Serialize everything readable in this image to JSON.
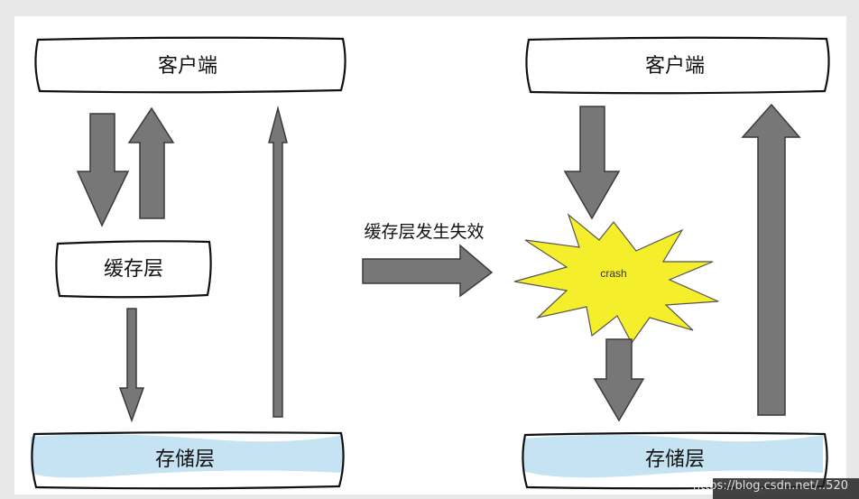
{
  "left_panel": {
    "client_label": "客户端",
    "cache_label": "缓存层",
    "storage_label": "存储层"
  },
  "middle": {
    "caption": "缓存层发生失效"
  },
  "right_panel": {
    "client_label": "客户端",
    "crash_label": "crash",
    "storage_label": "存储层"
  },
  "watermark": {
    "text": "https://blog.csdn.net/..520"
  },
  "colors": {
    "background": "#e8e8e8",
    "panel": "#ffffff",
    "arrow_fill": "#777777",
    "crash_fill": "#f5ee2a",
    "storage_band": "#bfe0f2"
  }
}
